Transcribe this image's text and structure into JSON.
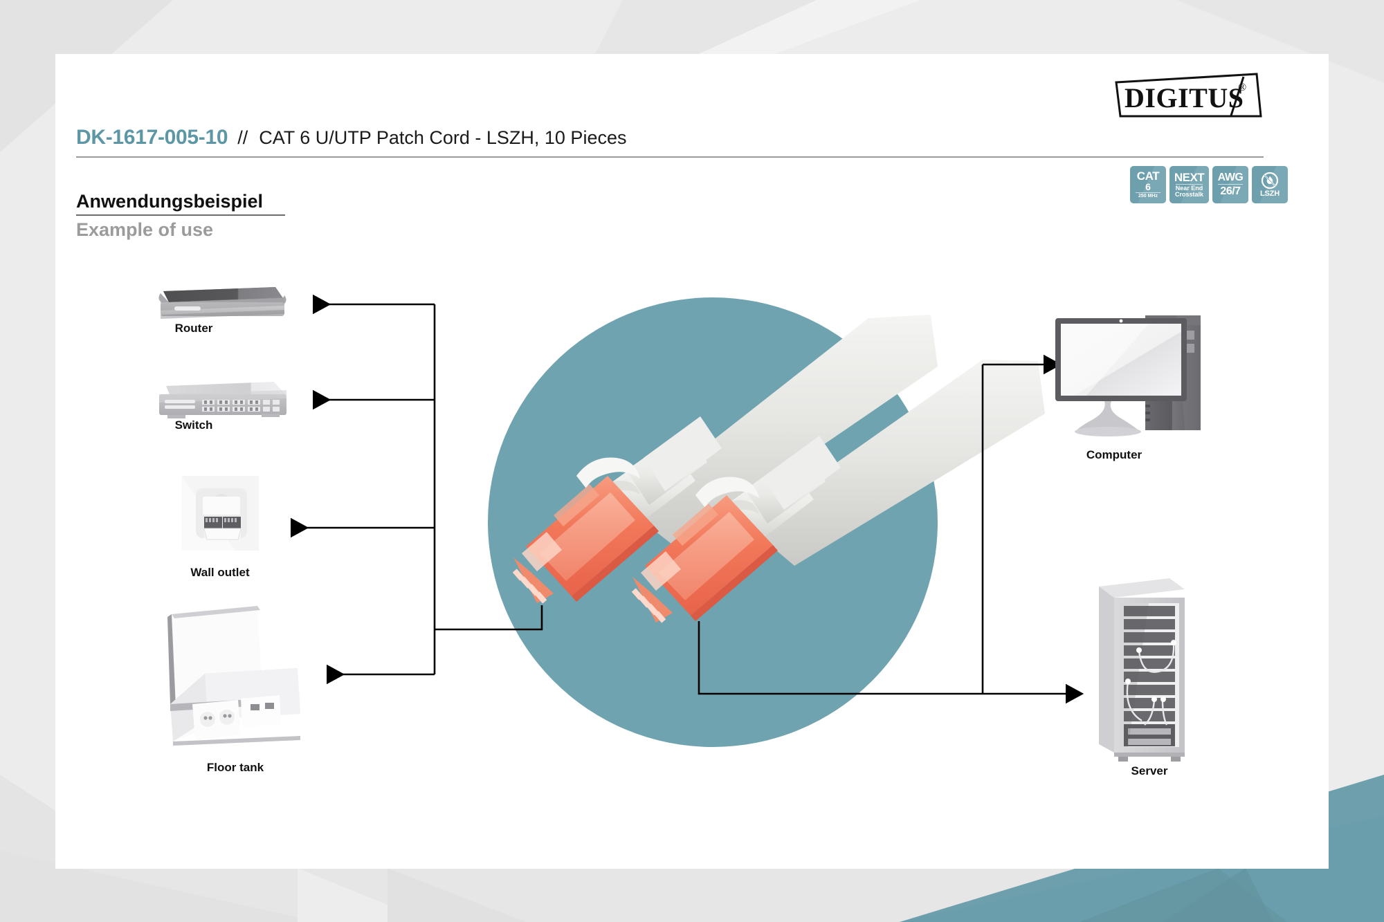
{
  "page": {
    "background_color": "#ececec",
    "card_color": "#ffffff",
    "accent_teal": "#6d9fad",
    "sku_color": "#5d97a6"
  },
  "brand": {
    "logo_text": "DIGITUS",
    "logo_registered": "®"
  },
  "header": {
    "sku": "DK-1617-005-10",
    "separator": "//",
    "description": "CAT 6 U/UTP Patch Cord - LSZH, 10 Pieces"
  },
  "badges": [
    {
      "id": "cat6",
      "line1": "CAT",
      "line2": "6",
      "sub": "250 MHz",
      "icon": "none"
    },
    {
      "id": "next",
      "line1": "NEXT",
      "sub_line1": "Near End",
      "sub_line2": "Crosstalk",
      "icon": "none"
    },
    {
      "id": "awg",
      "line1": "AWG",
      "line2": "26/7",
      "icon": "none"
    },
    {
      "id": "lszh",
      "label": "LSZH",
      "icon": "no-flame-icon"
    }
  ],
  "section": {
    "heading_de": "Anwendungsbeispiel",
    "heading_en": "Example of use"
  },
  "diagram": {
    "left_devices": [
      {
        "id": "router",
        "label": "Router"
      },
      {
        "id": "switch",
        "label": "Switch"
      },
      {
        "id": "wall-outlet",
        "label": "Wall outlet"
      },
      {
        "id": "floor-tank",
        "label": "Floor tank"
      }
    ],
    "right_devices": [
      {
        "id": "computer",
        "label": "Computer"
      },
      {
        "id": "server",
        "label": "Server"
      }
    ],
    "center": {
      "circle_color": "#6fa3b0",
      "product": "CAT 6 U/UTP patch cord with two RJ45 connectors",
      "connector_color": "#f07a5a",
      "jacket_color": "#e3e3e1"
    }
  }
}
